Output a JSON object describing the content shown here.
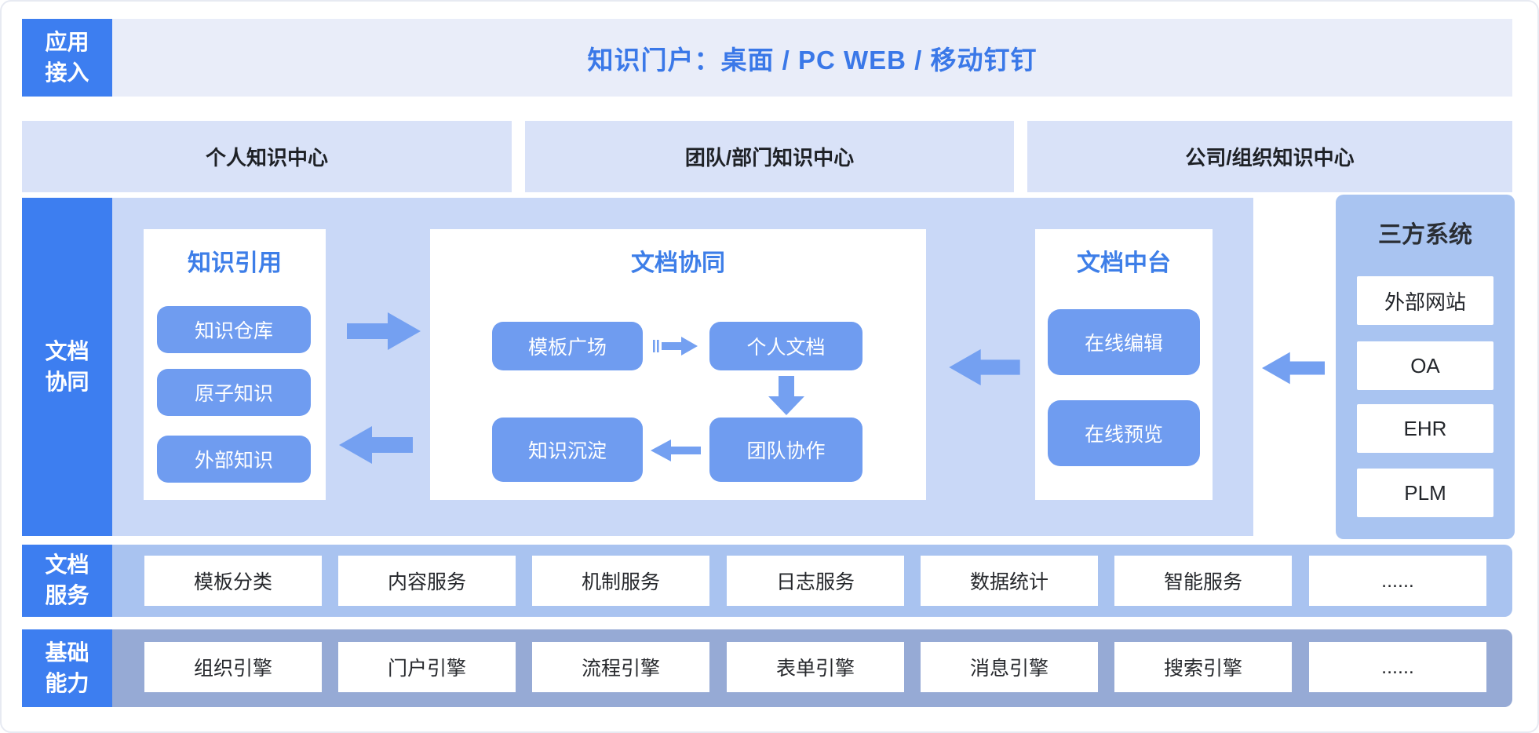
{
  "app_access": {
    "label_lines": [
      "应用",
      "接入"
    ],
    "portal_title": "知识门户：桌面 / PC WEB / 移动钉钉"
  },
  "knowledge_centers": [
    "个人知识中心",
    "团队/部门知识中心",
    "公司/组织知识中心"
  ],
  "doc_collab_section": {
    "label_lines": [
      "文档",
      "协同"
    ],
    "knowledge_reference": {
      "title": "知识引用",
      "items": [
        "知识仓库",
        "原子知识",
        "外部知识"
      ]
    },
    "doc_collaboration": {
      "title": "文档协同",
      "nodes": {
        "template_plaza": "模板广场",
        "personal_doc": "个人文档",
        "knowledge_sink": "知识沉淀",
        "team_collab": "团队协作"
      }
    },
    "doc_platform": {
      "title": "文档中台",
      "items": [
        "在线编辑",
        "在线预览"
      ]
    },
    "third_party": {
      "title": "三方系统",
      "items": [
        "外部网站",
        "OA",
        "EHR",
        "PLM"
      ]
    }
  },
  "doc_services": {
    "label_lines": [
      "文档",
      "服务"
    ],
    "items": [
      "模板分类",
      "内容服务",
      "机制服务",
      "日志服务",
      "数据统计",
      "智能服务",
      "......"
    ]
  },
  "base_capabilities": {
    "label_lines": [
      "基础",
      "能力"
    ],
    "items": [
      "组织引擎",
      "门户引擎",
      "流程引擎",
      "表单引擎",
      "消息引擎",
      "搜索引擎",
      "......"
    ]
  },
  "colors": {
    "accent_blue": "#3D7EF0",
    "title_blue": "#3A78E8",
    "button_blue": "#6F9CF0",
    "arrow_blue": "#74A0F1",
    "portal_bg": "#E9EDF9",
    "center_box_bg": "#D9E2F8",
    "main_section_bg": "#C9D8F7",
    "third_party_bg": "#A9C4F1",
    "services_row_bg": "#A9C3F0",
    "base_row_bg": "#96AAD5"
  }
}
